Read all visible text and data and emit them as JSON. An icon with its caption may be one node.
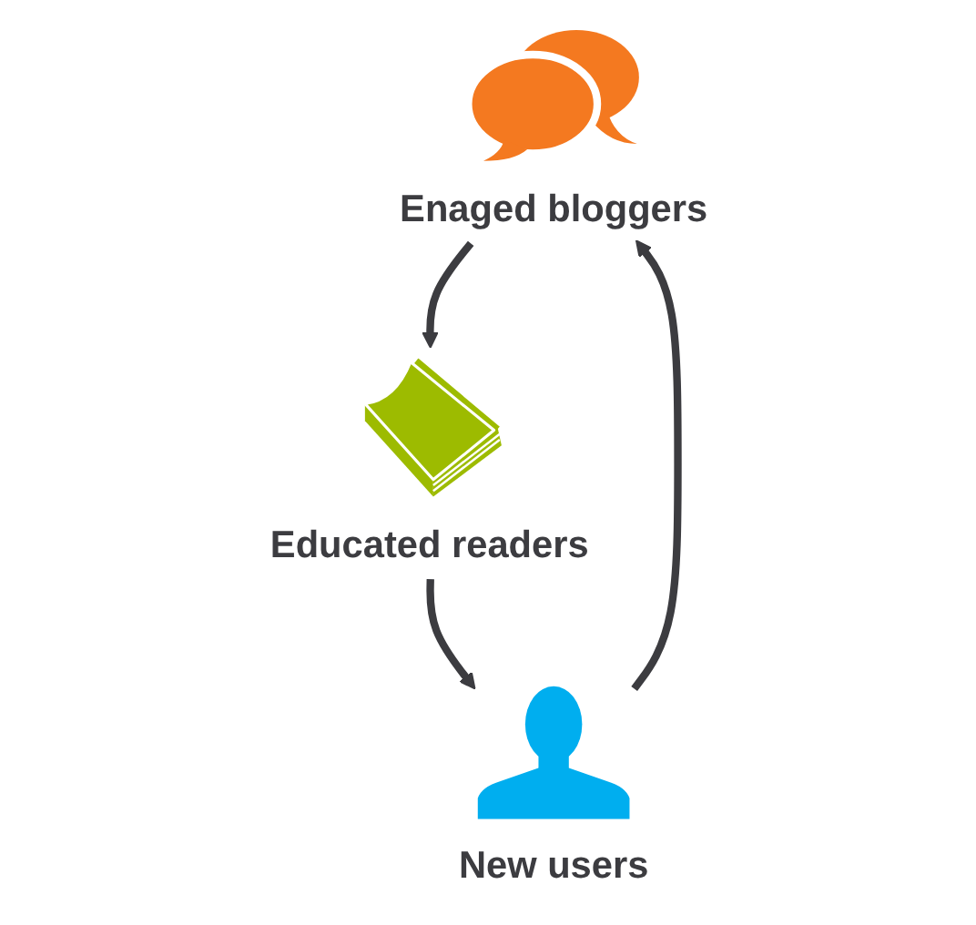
{
  "diagram": {
    "nodes": [
      {
        "text": [
          "Enaged bloggers"
        ]
      },
      {
        "text": [
          "Educated readers"
        ]
      },
      {
        "text": [
          "New users"
        ]
      }
    ],
    "edges": [
      {
        "from": 0,
        "to": 1,
        "arrow": "to"
      },
      {
        "from": 1,
        "to": 2,
        "arrow": "to"
      },
      {
        "from": 2,
        "to": 0,
        "arrow": "to"
      }
    ]
  }
}
